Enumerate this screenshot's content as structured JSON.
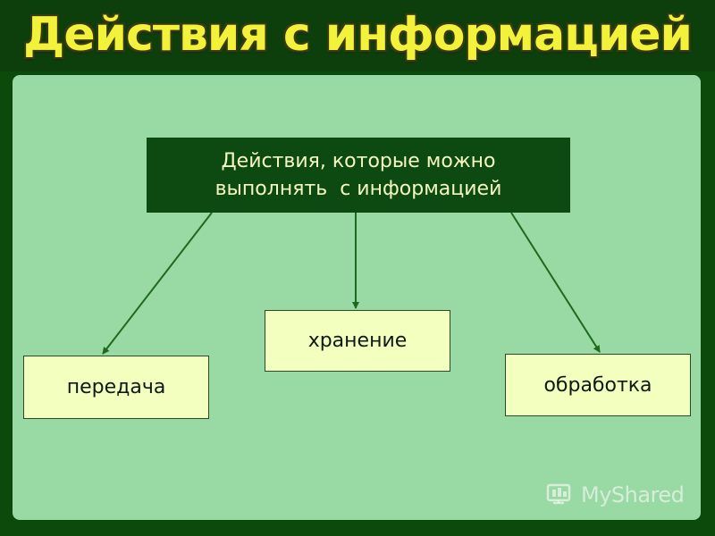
{
  "title": "Действия с информацией",
  "root": {
    "line1": "Действия, которые можно",
    "line2": "выполнять  с информацией"
  },
  "leaves": [
    {
      "label": "передача"
    },
    {
      "label": "хранение"
    },
    {
      "label": "обработка"
    }
  ],
  "watermark": {
    "text": "MyShared",
    "icon": "myshared-logo-icon"
  },
  "colors": {
    "background": "#0b4a0b",
    "panel": "#99d9a3",
    "title_text": "#f2f23a",
    "root_box": "#0d4a12",
    "root_text": "#f4f7c0",
    "leaf_box": "#f3ffbf",
    "connector": "#1d6a1d"
  }
}
